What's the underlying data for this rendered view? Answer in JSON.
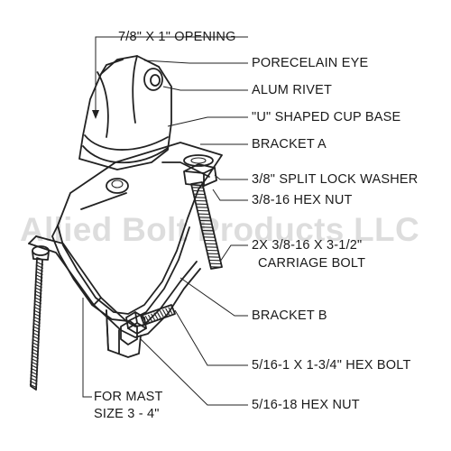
{
  "labels": {
    "opening": "7/8\" X 1\" OPENING",
    "porcelain_eye": "PORECELAIN EYE",
    "alum_rivet": "ALUM RIVET",
    "cup_base": "\"U\" SHAPED CUP BASE",
    "bracket_a": "BRACKET A",
    "lock_washer": "3/8\" SPLIT LOCK WASHER",
    "hex_nut_38": "3/8-16 HEX NUT",
    "carriage_bolt_line1": "2X 3/8-16 X 3-1/2\"",
    "carriage_bolt_line2": "CARRIAGE BOLT",
    "bracket_b": "BRACKET B",
    "hex_bolt": "5/16-1 X 1-3/4\" HEX BOLT",
    "hex_nut_516": "5/16-18 HEX NUT",
    "mast_line1": "FOR MAST",
    "mast_line2": "SIZE 3 - 4\""
  },
  "watermark": "Allied Bolt Products LLC",
  "colors": {
    "ink": "#222222",
    "text": "#1a1a1a",
    "background": "#ffffff"
  }
}
